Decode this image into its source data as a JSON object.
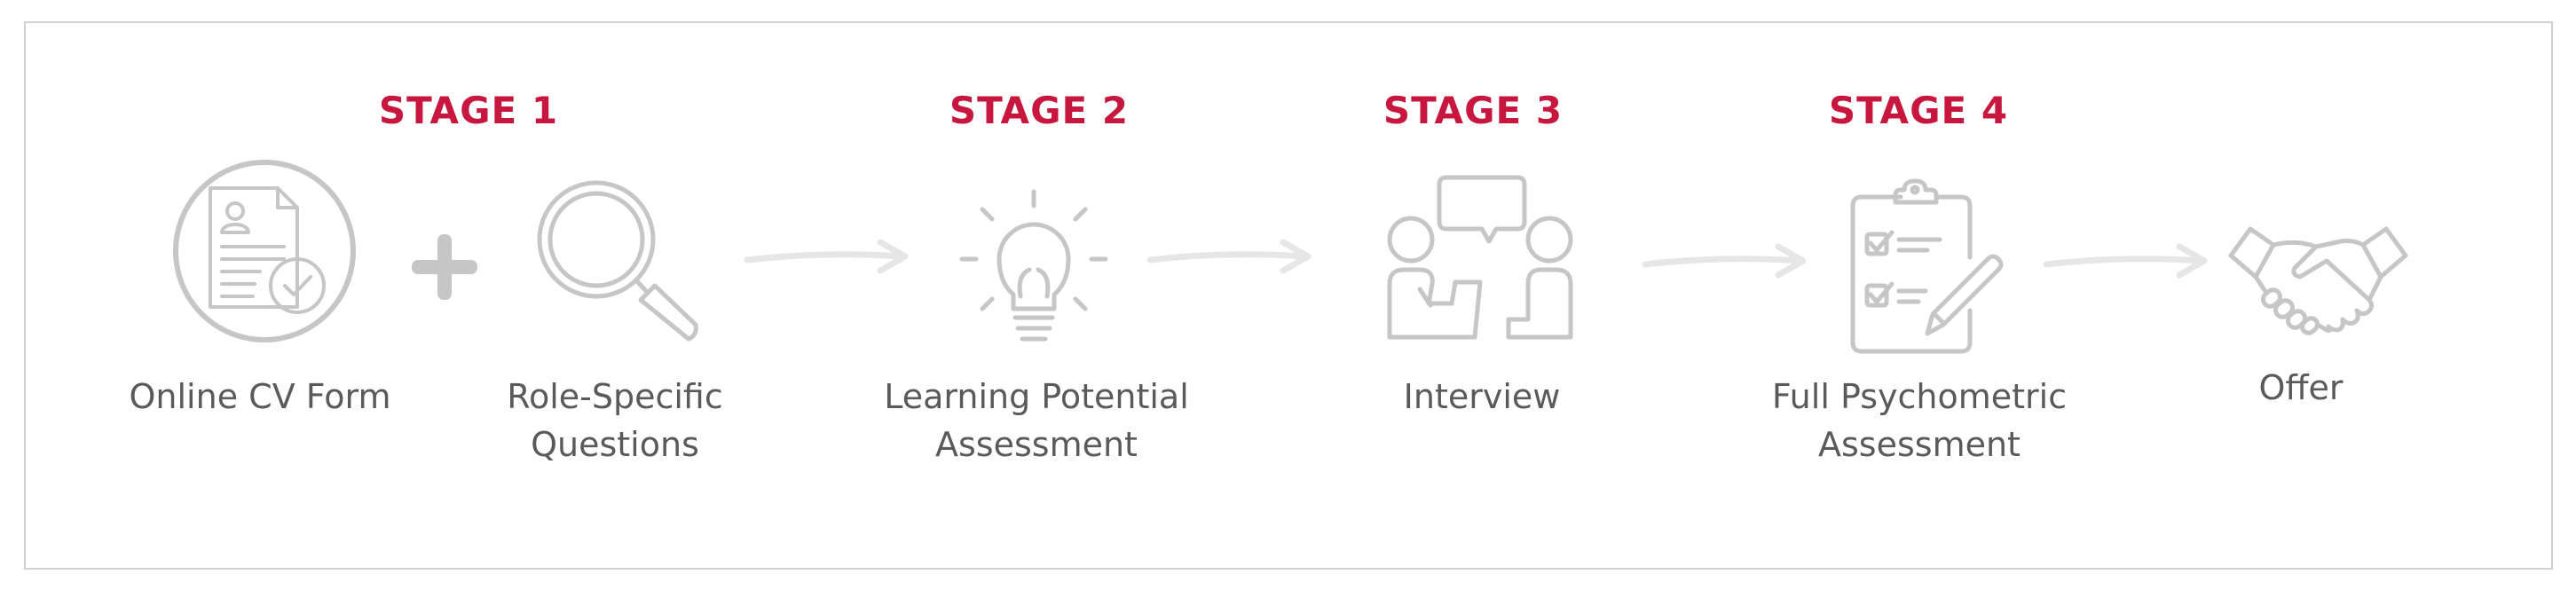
{
  "stages": [
    {
      "label": "STAGE 1"
    },
    {
      "label": "STAGE 2"
    },
    {
      "label": "STAGE 3"
    },
    {
      "label": "STAGE 4"
    }
  ],
  "steps": [
    {
      "label": "Online CV Form",
      "icon": "cv-form-icon"
    },
    {
      "label": "Role-Specific\nQuestions",
      "icon": "magnifier-icon"
    },
    {
      "label": "Learning Potential\nAssessment",
      "icon": "lightbulb-icon"
    },
    {
      "label": "Interview",
      "icon": "interview-icon"
    },
    {
      "label": "Full Psychometric\nAssessment",
      "icon": "clipboard-icon"
    },
    {
      "label": "Offer",
      "icon": "handshake-icon"
    }
  ],
  "colors": {
    "accent": "#c8173e",
    "icon": "#c6c6c6",
    "text": "#5a5a5a",
    "arrow": "#e6e6e6",
    "border": "#cfcfcf"
  }
}
